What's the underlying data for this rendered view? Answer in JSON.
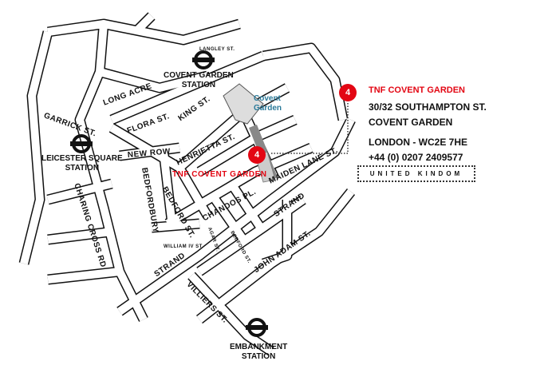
{
  "colors": {
    "accent": "#e30613",
    "market": "#2a7a9a"
  },
  "stations": [
    {
      "name": "COVENT GARDEN",
      "sub": "STATION"
    },
    {
      "name": "LEICESTER SQUARE",
      "sub": "STATION"
    },
    {
      "name": "EMBANKMENT",
      "sub": "STATION"
    }
  ],
  "market_label": {
    "line1": "Covent",
    "line2": "Garden"
  },
  "marker": {
    "number": "4",
    "label": "TNF COVENT GARDEN"
  },
  "streets": [
    "LONG ACRE",
    "FLORA ST.",
    "GARRICK ST.",
    "KING ST.",
    "NEW ROW",
    "BEDFORDBURY",
    "BEDFORD ST.",
    "HENRIETTA ST.",
    "CHANDOS PL.",
    "MAIDEN LANE ST.",
    "STRAND",
    "STRAND",
    "JOHN ADAM ST.",
    "VILLIERS ST.",
    "WILLIAM IV ST.",
    "CHARING CROSS RD",
    "AGAR ST.",
    "BEDFORD ST.",
    "LANGLEY ST."
  ],
  "info": {
    "number": "4",
    "title": "TNF COVENT GARDEN",
    "address1": "30/32 SOUTHAMPTON ST.",
    "address2": "COVENT GARDEN",
    "city": "LONDON - WC2E 7HE",
    "phone": "+44 (0) 0207 2409577",
    "country": "UNITED KINDOM"
  }
}
